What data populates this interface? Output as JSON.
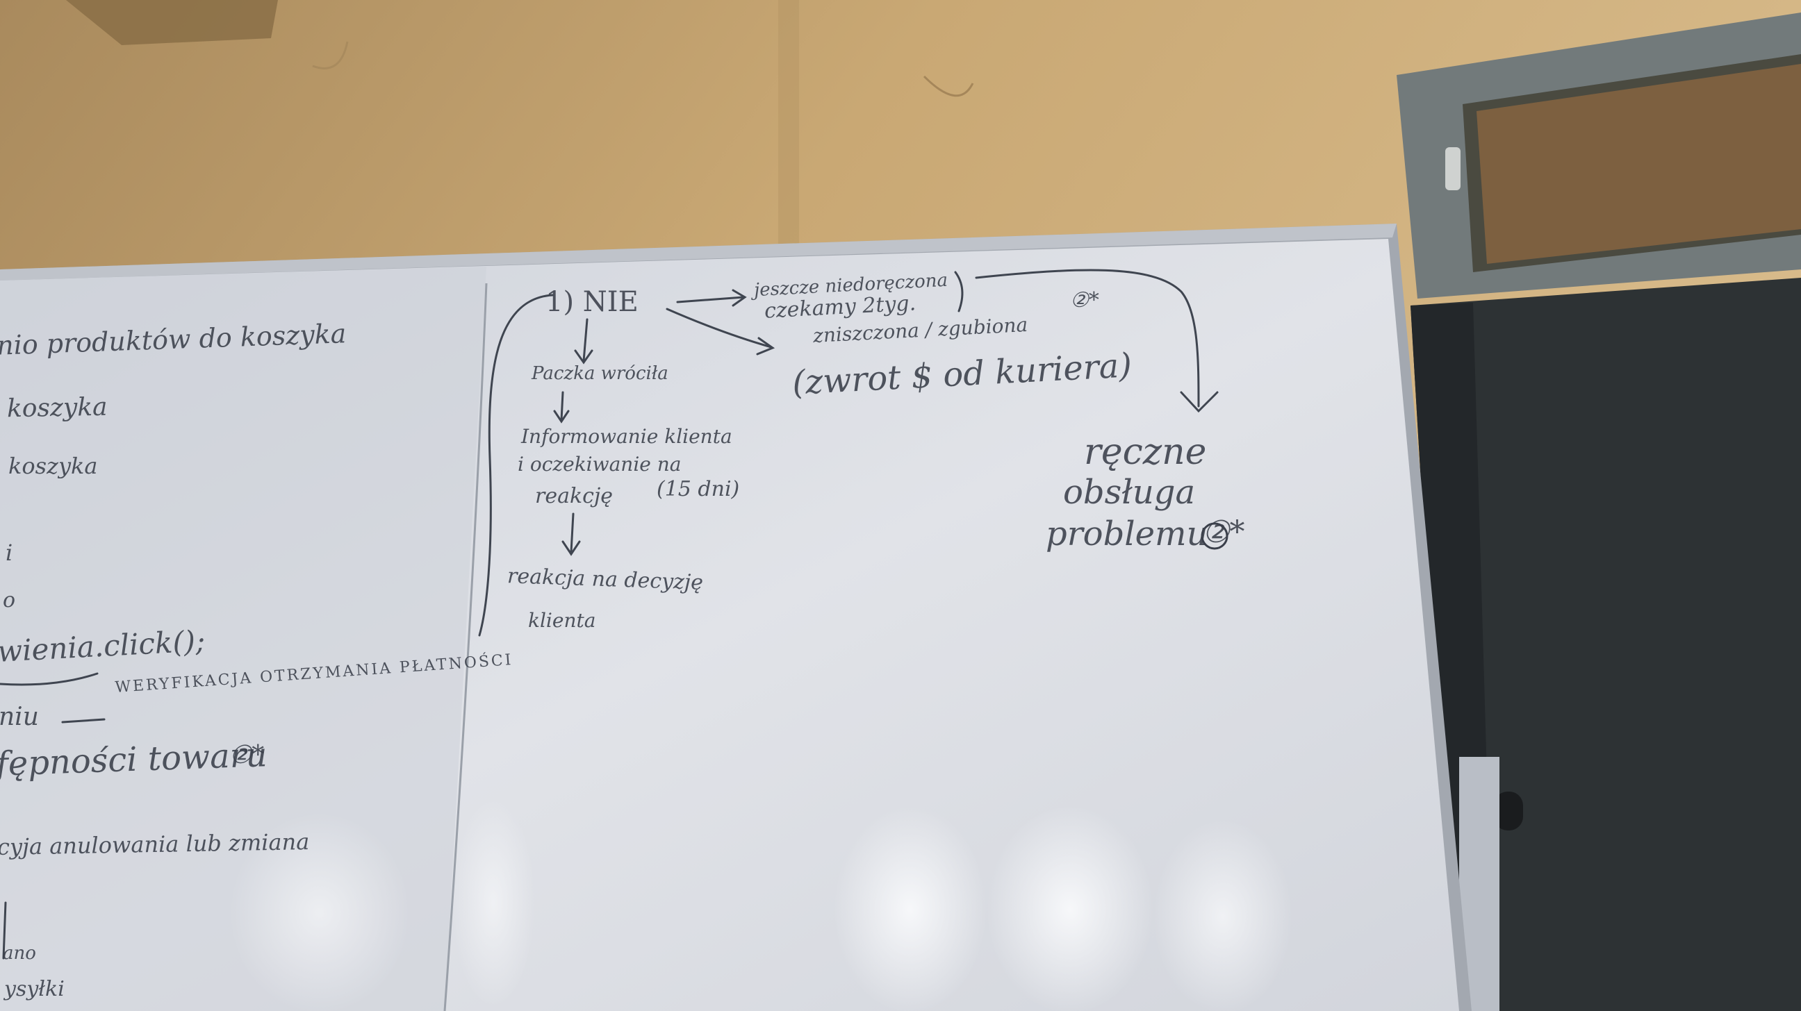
{
  "whiteboard_left": {
    "lines": [
      "nio produktów do koszyka",
      "koszyka",
      "koszyka",
      "i",
      "o",
      "wienia.click();",
      "niu",
      "WERYFIKACJA OTRZYMANIA PŁATNOŚCI",
      "fępności towaru",
      "②*",
      "cyja anulowania lub zmiana",
      "ano",
      "ysyłki"
    ]
  },
  "whiteboard_center": {
    "node_no": "1) NIE",
    "branch_1_line1": "jeszcze niedoręczona",
    "branch_1_line2": "czekamy 2tyg.",
    "branch_2": "zniszczona / zgubiona",
    "branch_2_note": "(zwrot $ od kuriera)",
    "branch_2_mark": "②*",
    "step_1": "Paczka wróciła",
    "step_2_line1": "Informowanie klienta",
    "step_2_line2": "i oczekiwanie na",
    "step_2_line3": "reakcję",
    "step_2_note": "(15 dni)",
    "step_3_line1": "reakcja na decyzję",
    "step_3_line2": "klienta"
  },
  "whiteboard_right": {
    "line1": "ręczne",
    "line2": "obsługa",
    "line3": "problemu",
    "mark": "②*"
  },
  "colors": {
    "wall": "#c9a874",
    "board": "#dde0e6",
    "marker": "#3a3f4a",
    "door": "#2d3234"
  }
}
